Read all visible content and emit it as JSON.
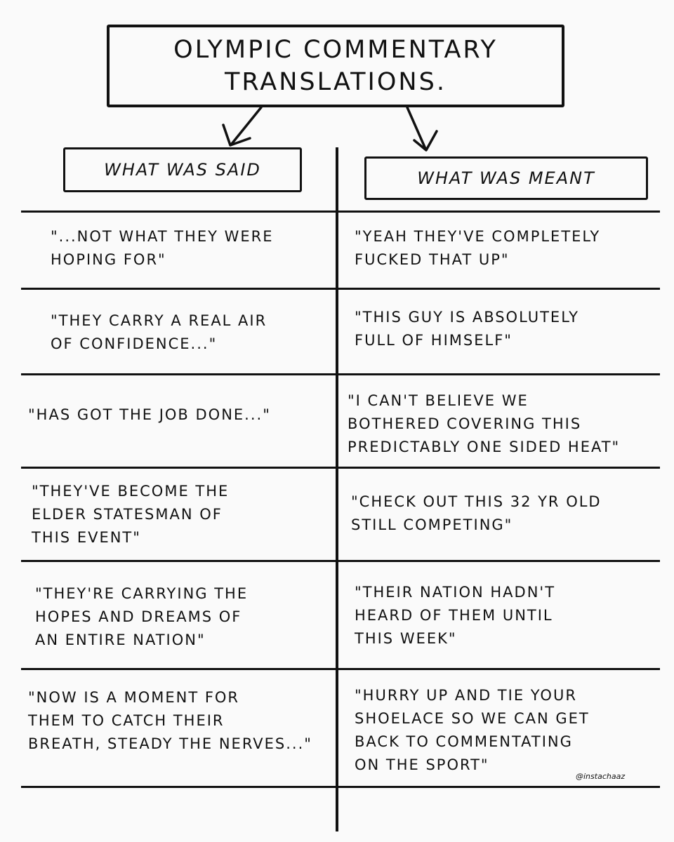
{
  "title": {
    "line1": "Olympic Commentary",
    "line2": "Translations."
  },
  "headers": {
    "said": "What Was Said",
    "meant": "What Was Meant"
  },
  "rows": [
    {
      "said": "\"...Not what they were\nhoping for\"",
      "meant": "\"Yeah they've completely\nfucked that up\""
    },
    {
      "said": "\"They carry a real air\nof confidence...\"",
      "meant": "\"This guy is absolutely\nfull of himself\""
    },
    {
      "said": "\"Has got the job done...\"",
      "meant": "\"I can't believe we\nbothered covering this\npredictably one sided heat\""
    },
    {
      "said": "\"They've become the\nelder statesman of\nthis event\"",
      "meant": "\"Check out this 32 yr old\nstill competing\""
    },
    {
      "said": "\"They're carrying the\nhopes and dreams of\nan entire nation\"",
      "meant": "\"Their nation hadn't\nheard of them until\nthis week\""
    },
    {
      "said": "\"Now is a moment for\nthem to catch their\nbreath, steady the nerves...\"",
      "meant": "\"Hurry up and tie your\nshoelace so we can get\nback to commentating\non the sport\""
    }
  ],
  "credit": "@instachaaz"
}
